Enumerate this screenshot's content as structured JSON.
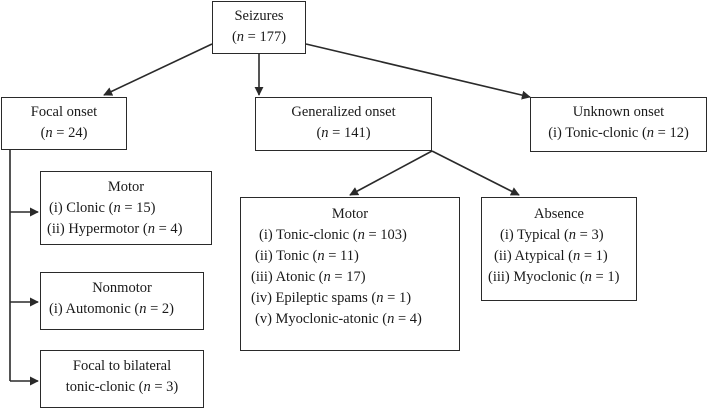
{
  "root": {
    "title": "Seizures",
    "count": "(n = 177)"
  },
  "focal": {
    "title": "Focal onset",
    "count": "(n = 24)",
    "motor": {
      "title": "Motor",
      "items": [
        "(i) Clonic (n = 15)",
        "(ii) Hypermotor (n = 4)"
      ]
    },
    "nonmotor": {
      "title": "Nonmotor",
      "items": [
        "(i) Automonic (n = 2)"
      ]
    },
    "bilateral": {
      "lines": [
        "Focal to bilateral",
        "tonic-clonic (n = 3)"
      ]
    }
  },
  "generalized": {
    "title": "Generalized onset",
    "count": "(n = 141)",
    "motor": {
      "title": "Motor",
      "items": [
        "(i) Tonic-clonic (n = 103)",
        "(ii) Tonic (n = 11)",
        "(iii) Atonic (n = 17)",
        "(iv) Epileptic spams (n = 1)",
        "(v) Myoclonic-atonic (n = 4)"
      ]
    },
    "absence": {
      "title": "Absence",
      "items": [
        "(i) Typical (n = 3)",
        "(ii) Atypical (n = 1)",
        "(iii) Myoclonic (n = 1)"
      ]
    }
  },
  "unknown": {
    "title": "Unknown onset",
    "items": [
      "(i) Tonic-clonic (n = 12)"
    ]
  }
}
